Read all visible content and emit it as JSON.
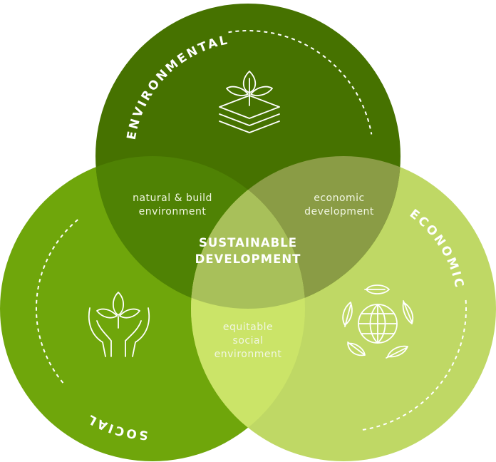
{
  "title": "Sustainable Development",
  "circles": {
    "environmental": {
      "label": "ENVIRONMENTAL",
      "color": "#467200",
      "icon": "plant-layers-icon"
    },
    "social": {
      "label": "SOCIAL",
      "color": "#6fa60b",
      "icon": "hands-plant-icon"
    },
    "economic": {
      "label": "ECONOMIC",
      "color": "#bfd865",
      "icon": "globe-leaves-icon"
    }
  },
  "overlaps": {
    "environmental_social": {
      "line1": "natural & build",
      "line2": "environment",
      "color": "#4f8204"
    },
    "environmental_economic": {
      "line1": "economic",
      "line2": "development",
      "color": "#8a9c45"
    },
    "social_economic": {
      "line1": "equitable",
      "line2": "social",
      "line3": "environment",
      "color": "#cbe468"
    },
    "center": {
      "line1": "SUSTAINABLE",
      "line2": "DEVELOPMENT",
      "color": "#a8c05a"
    }
  }
}
